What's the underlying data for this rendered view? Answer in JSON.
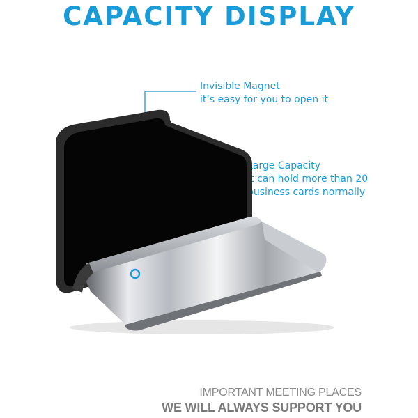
{
  "title": "CAPACITY DISPLAY",
  "callouts": [
    {
      "line1": "Invisible Magnet",
      "line2": "it’s easy for you to open it"
    },
    {
      "line1": "Large Capacity",
      "line2": "It can hold more than 20",
      "line3": "business cards normally"
    }
  ],
  "footer": {
    "line1": "IMPORTANT MEETING PLACES",
    "line2": "WE WILL ALWAYS SUPPORT YOU"
  },
  "colors": {
    "accent": "#1a9ad6",
    "footer_text": "#8a8a8a"
  }
}
